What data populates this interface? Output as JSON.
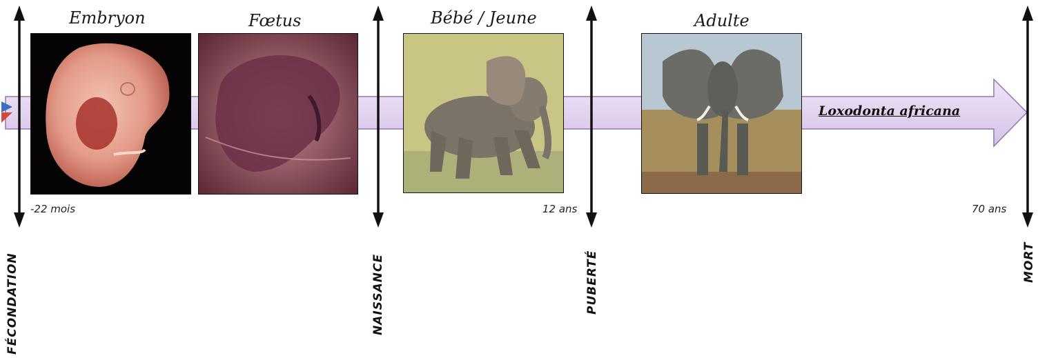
{
  "stages": [
    {
      "title": "Embryon"
    },
    {
      "title": "Fœtus"
    },
    {
      "title": "Bébé / Jeune"
    },
    {
      "title": "Adulte"
    }
  ],
  "milestones": {
    "fecondation": "FÉCONDATION",
    "naissance": "NAISSANCE",
    "puberte": "PUBERTÉ",
    "mort": "MORT"
  },
  "ages": {
    "start": "-22 mois",
    "puberty": "12 ans",
    "death": "70 ans"
  },
  "species": "Loxodonta africana",
  "colors": {
    "arrow_fill": "#e3d4ef",
    "arrow_stroke": "#8f77b0",
    "line": "#111111"
  }
}
